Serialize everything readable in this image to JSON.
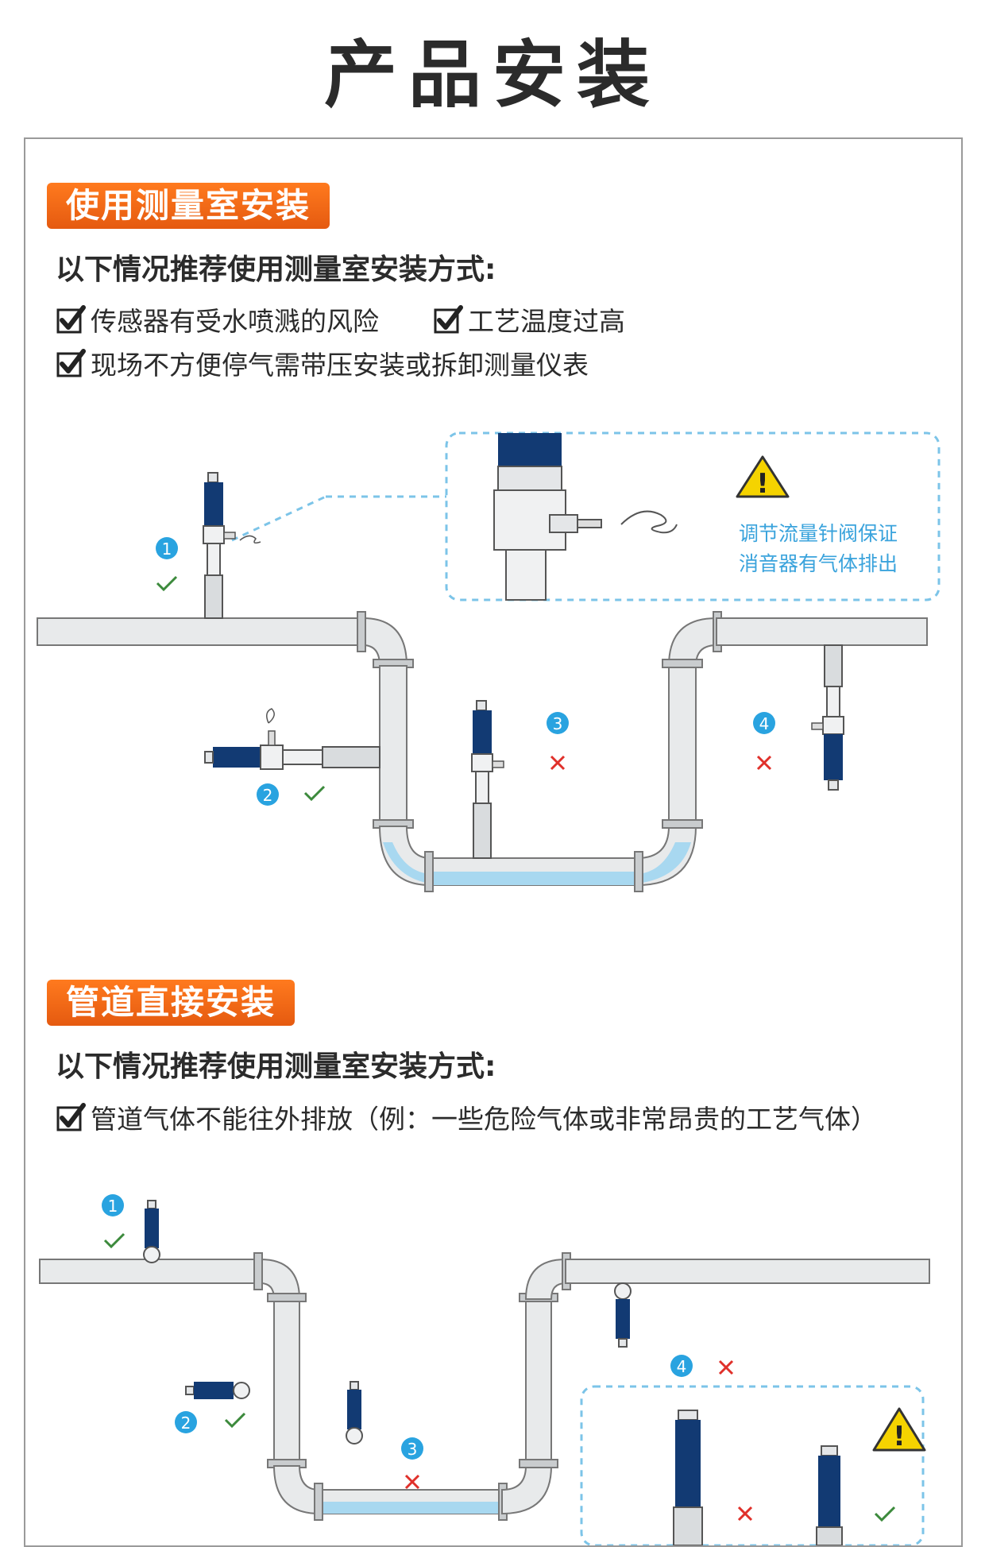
{
  "page_title": "产品安装",
  "section1": {
    "badge": "使用测量室安装",
    "heading": "以下情况推荐使用测量室安装方式:",
    "items": [
      "传感器有受水喷溅的风险",
      "工艺温度过高",
      "现场不方便停气需带压安装或拆卸测量仪表"
    ],
    "note_line1": "调节流量针阀保证",
    "note_line2": "消音器有气体排出",
    "markers": [
      {
        "num": "1",
        "status": "check"
      },
      {
        "num": "2",
        "status": "check"
      },
      {
        "num": "3",
        "status": "cross"
      },
      {
        "num": "4",
        "status": "cross"
      }
    ]
  },
  "section2": {
    "badge": "管道直接安装",
    "heading": "以下情况推荐使用测量室安装方式:",
    "items": [
      "管道气体不能往外排放（例：一些危险气体或非常昂贵的工艺气体）"
    ],
    "markers": [
      {
        "num": "1",
        "status": "check"
      },
      {
        "num": "2",
        "status": "check"
      },
      {
        "num": "3",
        "status": "cross"
      },
      {
        "num": "4",
        "status": "cross"
      }
    ]
  },
  "colors": {
    "accent_orange": "#ff6a13",
    "sensor_blue": "#123a73",
    "note_blue": "#3aa3dc",
    "check_green": "#3c8a3c",
    "cross_red": "#e0302a",
    "water": "#a8d8f0"
  },
  "icons": [
    "checkbox-check-icon",
    "warning-icon",
    "check-mark-icon",
    "cross-mark-icon",
    "number-circle-icon"
  ]
}
